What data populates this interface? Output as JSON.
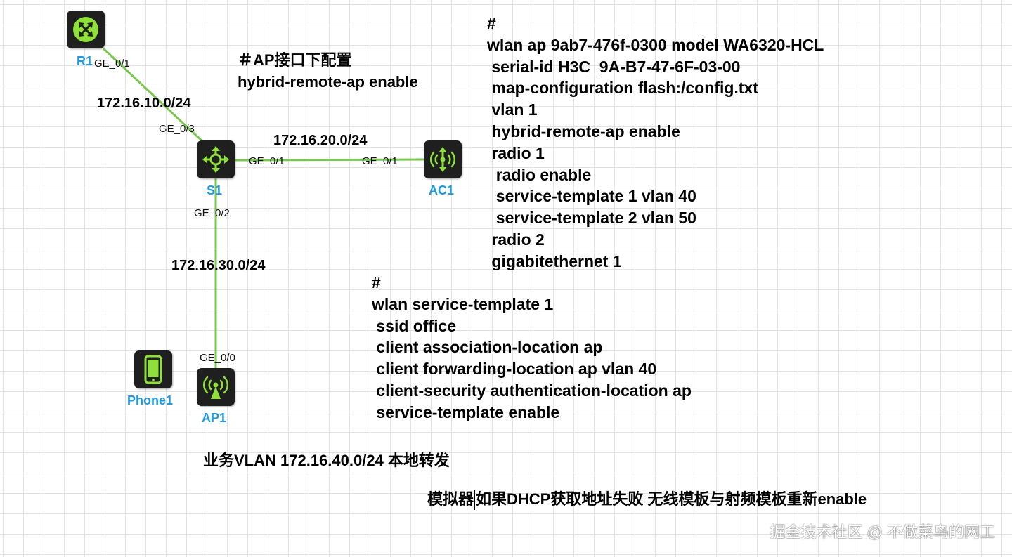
{
  "devices": [
    {
      "id": "r1",
      "name": "R1",
      "type": "router",
      "icon": "router-icon"
    },
    {
      "id": "s1",
      "name": "S1",
      "type": "switch",
      "icon": "switch-icon"
    },
    {
      "id": "ac1",
      "name": "AC1",
      "type": "access-controller",
      "icon": "access-controller-icon"
    },
    {
      "id": "ap1",
      "name": "AP1",
      "type": "access-point",
      "icon": "access-point-icon"
    },
    {
      "id": "phone1",
      "name": "Phone1",
      "type": "phone",
      "icon": "phone-icon"
    }
  ],
  "links": [
    {
      "from": "R1",
      "from_port": "GE_0/1",
      "to": "S1",
      "to_port": "GE_0/3",
      "subnet": "172.16.10.0/24"
    },
    {
      "from": "S1",
      "from_port": "GE_0/1",
      "to": "AC1",
      "to_port": "GE_0/1",
      "subnet": "172.16.20.0/24"
    },
    {
      "from": "S1",
      "from_port": "GE_0/2",
      "to": "AP1",
      "to_port": "GE_0/0",
      "subnet": "172.16.30.0/24"
    }
  ],
  "ap_interface_note": {
    "heading": "＃AP接口下配置",
    "command": "hybrid-remote-ap enable"
  },
  "ac_ap_config": [
    "#",
    "wlan ap 9ab7-476f-0300 model WA6320-HCL",
    " serial-id H3C_9A-B7-47-6F-03-00",
    " map-configuration flash:/config.txt",
    " vlan 1",
    " hybrid-remote-ap enable",
    " radio 1",
    "  radio enable",
    "  service-template 1 vlan 40",
    "  service-template 2 vlan 50",
    " radio 2",
    " gigabitethernet 1"
  ],
  "service_template_config": [
    "#",
    "wlan service-template 1",
    " ssid office",
    " client association-location ap",
    " client forwarding-location ap vlan 40",
    " client-security authentication-location ap",
    " service-template enable"
  ],
  "business_vlan_note": "业务VLAN 172.16.40.0/24 本地转发",
  "dhcp_note": {
    "before_cursor": "模拟器",
    "after_cursor": "如果DHCP获取地址失败 无线模板与射频模板重新enable"
  },
  "watermark": "掘金技术社区 @ 不做菜鸟的网工",
  "colors": {
    "link": "#7ac74f",
    "device_label": "#1e9be0",
    "device_bg": "#1f1f1f",
    "device_icon": "#8fe03a",
    "grid": "#e3e3e3"
  }
}
